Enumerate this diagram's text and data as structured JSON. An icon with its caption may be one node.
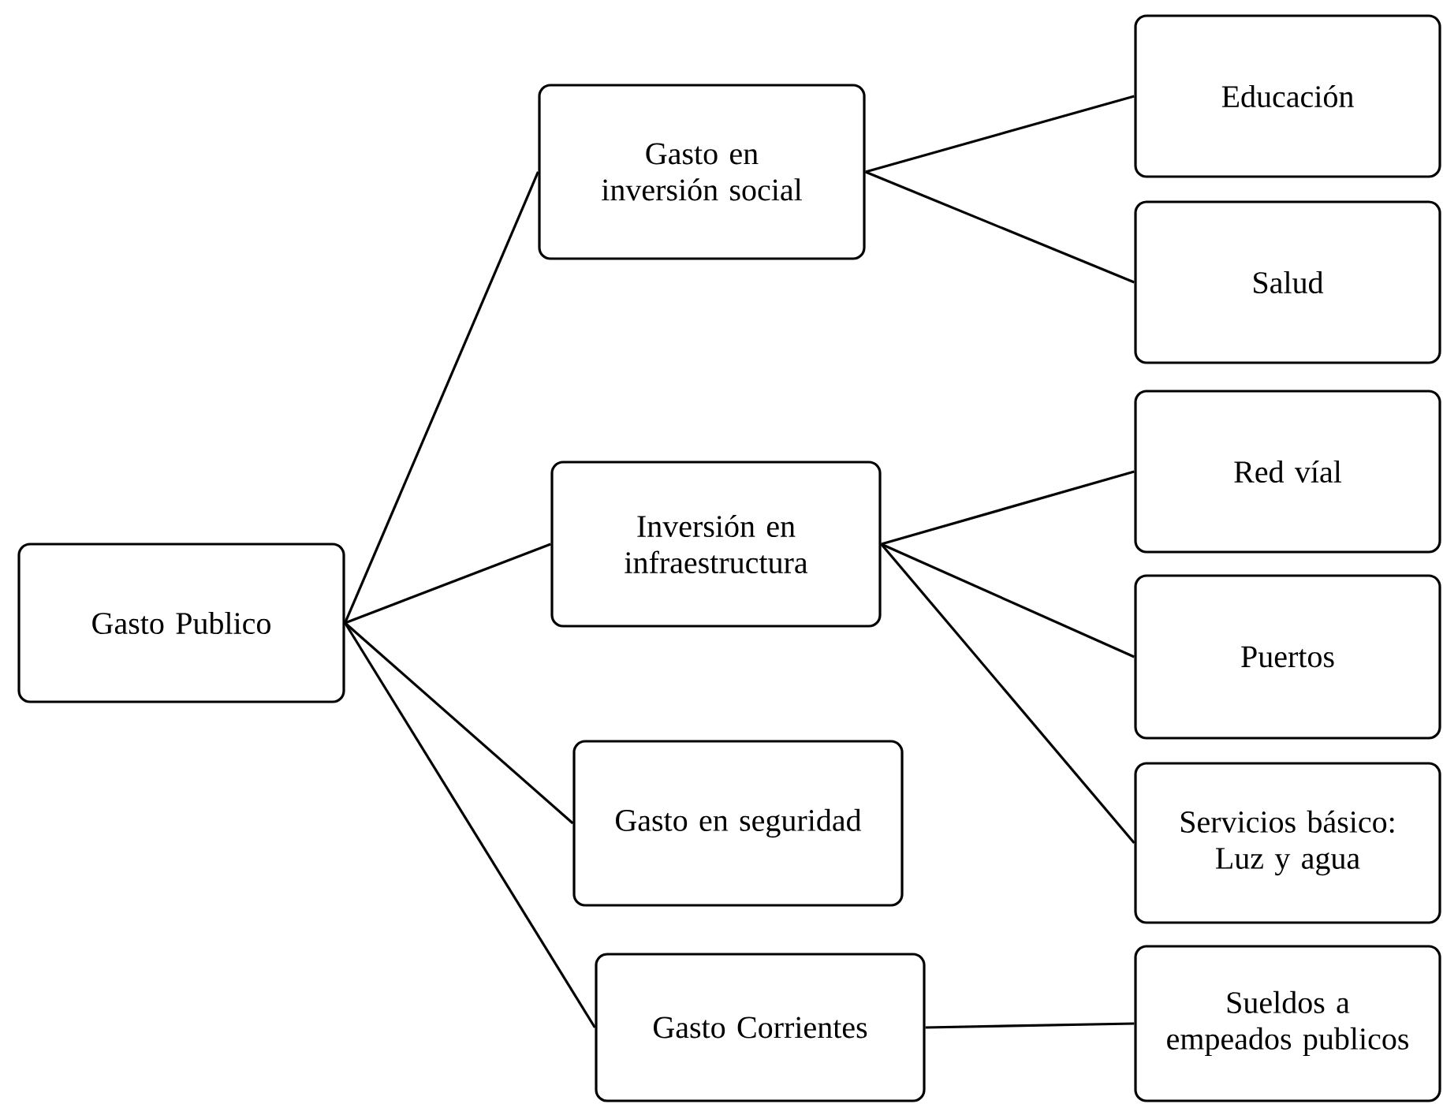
{
  "diagram": {
    "nodes": [
      {
        "text": [
          "Gasto Publico"
        ]
      },
      {
        "text": [
          "Gasto en inversión social"
        ]
      },
      {
        "text": [
          "Inversión en infraestructura"
        ]
      },
      {
        "text": [
          "Gasto en seguridad"
        ]
      },
      {
        "text": [
          "Gasto Corrientes"
        ]
      },
      {
        "text": [
          "Educación"
        ]
      },
      {
        "text": [
          "Salud"
        ]
      },
      {
        "text": [
          "Red víal"
        ]
      },
      {
        "text": [
          "Puertos"
        ]
      },
      {
        "text": [
          "Servicios básico: Luz y agua"
        ]
      },
      {
        "text": [
          "Sueldos a empeados publicos"
        ]
      }
    ],
    "edges": [
      {
        "from": 0,
        "to": 1,
        "arrow": "none"
      },
      {
        "from": 0,
        "to": 2,
        "arrow": "none"
      },
      {
        "from": 0,
        "to": 3,
        "arrow": "none"
      },
      {
        "from": 0,
        "to": 4,
        "arrow": "none"
      },
      {
        "from": 1,
        "to": 5,
        "arrow": "none"
      },
      {
        "from": 1,
        "to": 6,
        "arrow": "none"
      },
      {
        "from": 2,
        "to": 7,
        "arrow": "none"
      },
      {
        "from": 2,
        "to": 8,
        "arrow": "none"
      },
      {
        "from": 2,
        "to": 9,
        "arrow": "none"
      },
      {
        "from": 4,
        "to": 10,
        "arrow": "none"
      }
    ]
  }
}
